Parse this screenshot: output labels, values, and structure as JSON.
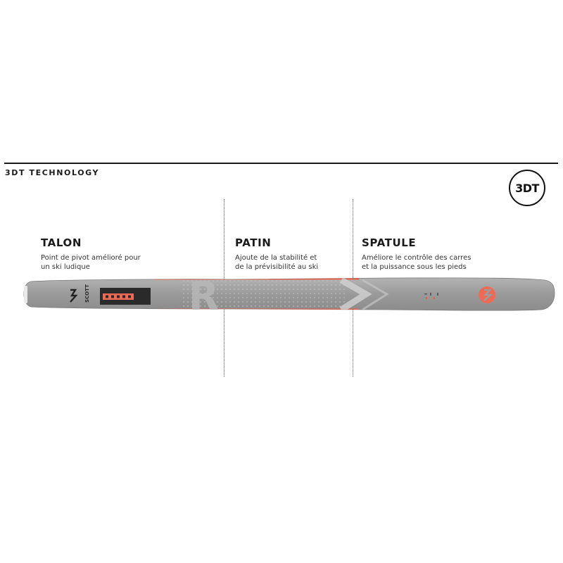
{
  "header": {
    "title": "3DT TECHNOLOGY",
    "badge": "3DT"
  },
  "zones": [
    {
      "title": "TALON",
      "desc_line1": "Point de pivot amélioré pour",
      "desc_line2": "un ski ludique"
    },
    {
      "title": "PATIN",
      "desc_line1": "Ajoute de la stabilité et",
      "desc_line2": "de la prévisibilité au ski"
    },
    {
      "title": "SPATULE",
      "desc_line1": "Améliore le contrôle des carres",
      "desc_line2": "et la puissance sous les pieds"
    }
  ],
  "ski": {
    "brand": "SCOTT",
    "model_mark": "R",
    "base_color": "#9b9b9b",
    "edge_color": "#e8604a",
    "accent_color": "#ef6a55",
    "panel_color": "#2a2a2a"
  }
}
